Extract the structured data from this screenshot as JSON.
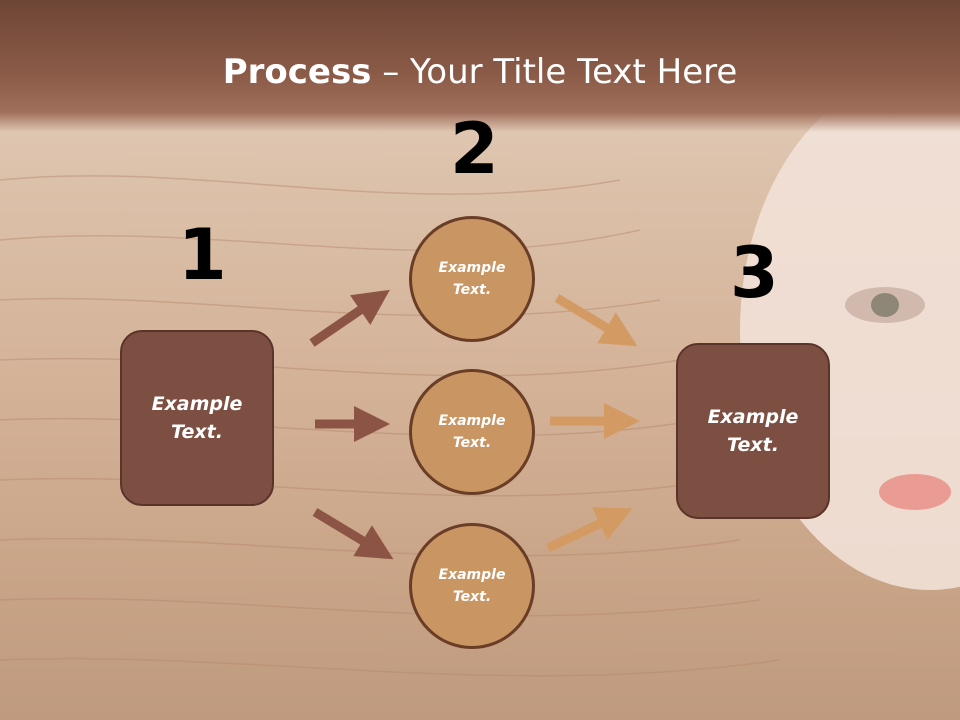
{
  "title": {
    "bold": "Process",
    "rest": " – Your Title Text Here"
  },
  "steps": {
    "one": "1",
    "two": "2",
    "three": "3"
  },
  "left_box": "Example Text.",
  "right_box": "Example Text.",
  "circles": [
    "Example Text.",
    "Example Text.",
    "Example Text."
  ],
  "colors": {
    "box": "#7d4f43",
    "circle": "#c99563",
    "arrow_dark": "#8b5444",
    "arrow_light": "#d49a63",
    "title_bar": "#7c4f3e"
  }
}
